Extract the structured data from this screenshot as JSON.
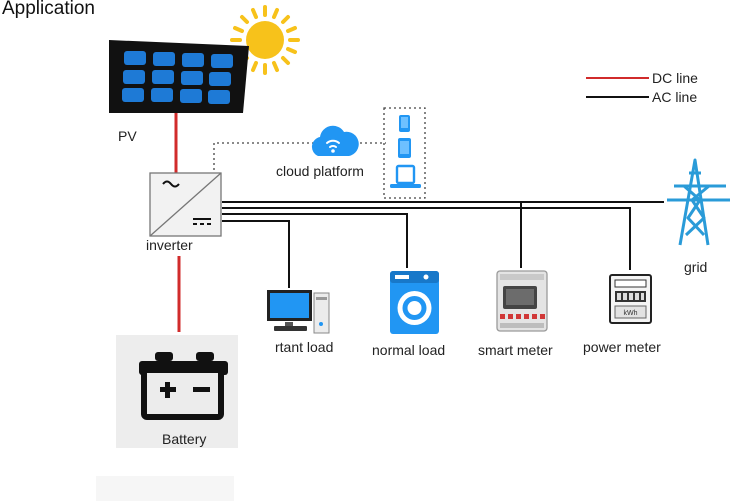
{
  "title": "Application",
  "legend": {
    "dc": "DC line",
    "ac": "AC line"
  },
  "labels": {
    "pv": "PV",
    "cloud": "cloud platform",
    "inverter": "inverter",
    "important_load": "rtant load",
    "normal_load": "normal load",
    "smart_meter": "smart meter",
    "power_meter": "power meter",
    "grid": "grid",
    "battery": "Battery"
  },
  "meter_display": "kWh",
  "colors": {
    "dc_line": "#d12b2b",
    "ac_line": "#111111",
    "panel_cell": "#1e7ad6",
    "icon_blue": "#2196f3",
    "sun": "#f7c21b"
  }
}
